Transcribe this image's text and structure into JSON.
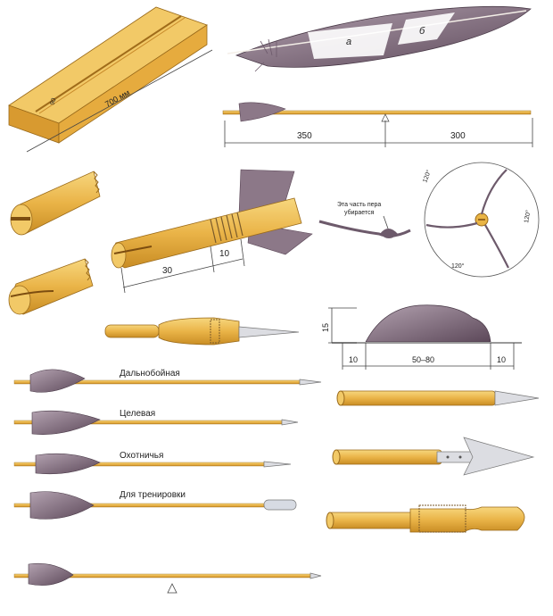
{
  "wood_blank": {
    "length_label": "700 мм",
    "slot_label": "90"
  },
  "feather_top": {
    "label_a": "а",
    "label_b": "б"
  },
  "shaft_dims": {
    "left": "350",
    "right": "300"
  },
  "feather_cut_note": {
    "line1": "Эта часть пера",
    "line2": "убирается"
  },
  "fletch_angles": {
    "top": "120°",
    "right": "120°",
    "bottom": "120°"
  },
  "nock_dims": {
    "a": "30",
    "b": "10"
  },
  "vane_dims": {
    "height": "15",
    "left": "10",
    "mid": "50–80",
    "right": "10"
  },
  "arrow_types": {
    "long_range": "Дальнобойная",
    "target": "Целевая",
    "hunting": "Охотничья",
    "training": "Для тренировки"
  },
  "colors": {
    "wood": "#e9b445",
    "feather": "#8c7888",
    "steel": "#dcdde2"
  }
}
